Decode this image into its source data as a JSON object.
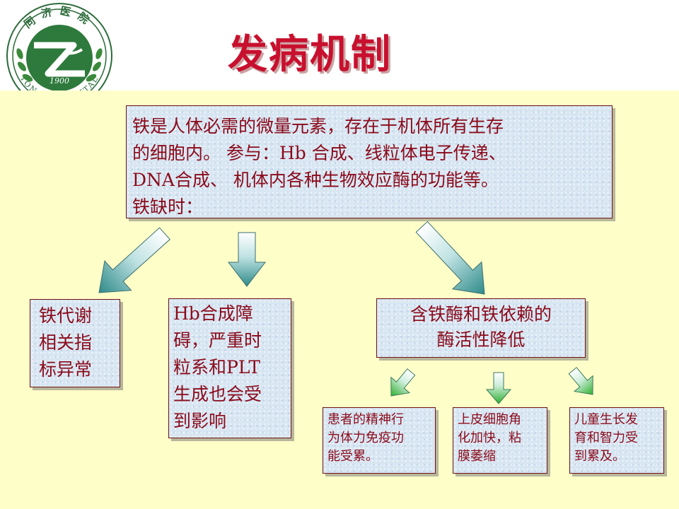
{
  "slide": {
    "title": "发病机制",
    "logo": {
      "top_text": "同济医院",
      "year": "1900",
      "bottom_text": "TONGJI HOSPITAL"
    }
  },
  "main_box": {
    "lines": [
      "铁是人体必需的微量元素，存在于机体所有生存",
      "的细胞内。 参与：Hb 合成、线粒体电子传递、",
      "DNA合成、 机体内各种生物效应酶的功能等。",
      "铁缺时："
    ]
  },
  "effects": {
    "metabolism": {
      "lines": [
        "铁代谢",
        "相关指",
        "标异常"
      ]
    },
    "hemoglobin": {
      "lines": [
        "Hb合成障",
        "碍，严重时",
        "粒系和PLT",
        "生成也会受",
        "到影响"
      ]
    },
    "enzymes": {
      "lines": [
        "含铁酶和铁依赖的",
        "酶活性降低"
      ]
    }
  },
  "enzyme_effects": {
    "mental": {
      "lines": [
        "患者的精神行",
        "为体力免疫功",
        "能受累。"
      ]
    },
    "epithelium": {
      "lines": [
        "上皮细胞角",
        "化加快，粘",
        "膜萎缩"
      ]
    },
    "children": {
      "lines": [
        "儿童生长发",
        "育和智力受",
        "到累及。"
      ]
    }
  },
  "colors": {
    "title": "#c8102e",
    "box_text": "#8b0a1a",
    "panel_background": "#fefec9",
    "box_background": "#d8e6f2",
    "arrow_light": "#ffffff",
    "arrow_dark": "#2e8a8a",
    "leaf_arrow_dark": "#2fb02f"
  }
}
